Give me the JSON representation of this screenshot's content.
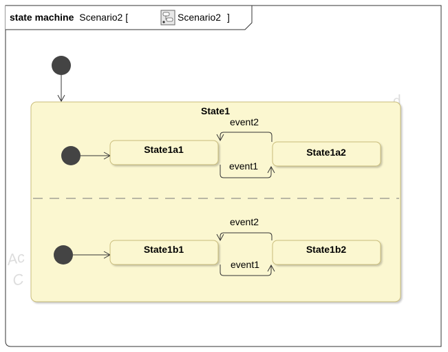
{
  "frame": {
    "keyword": "state  machine",
    "name": "Scenario2",
    "open_bracket": "[",
    "context_name": "Scenario2",
    "close_bracket": "]"
  },
  "composite_state": {
    "name": "State1",
    "regions": [
      {
        "states": [
          {
            "name": "State1a1"
          },
          {
            "name": "State1a2"
          }
        ],
        "transitions": [
          {
            "label": "event2",
            "from": "State1a2",
            "to": "State1a1"
          },
          {
            "label": "event1",
            "from": "State1a1",
            "to": "State1a2"
          }
        ]
      },
      {
        "states": [
          {
            "name": "State1b1"
          },
          {
            "name": "State1b2"
          }
        ],
        "transitions": [
          {
            "label": "event2",
            "from": "State1b2",
            "to": "State1b1"
          },
          {
            "label": "event1",
            "from": "State1b1",
            "to": "State1b2"
          }
        ]
      }
    ]
  },
  "colors": {
    "state_fill": "#fbf7d0",
    "state_border": "#c9bc7a",
    "initial_node": "#444444",
    "frame_border": "#333333",
    "region_divider": "#777777"
  }
}
